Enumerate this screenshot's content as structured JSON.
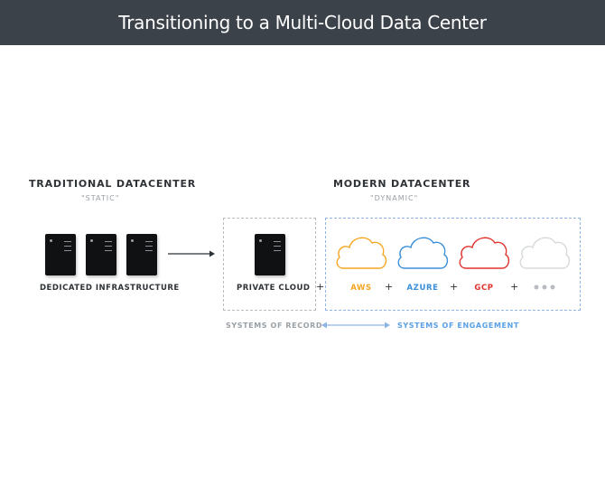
{
  "header": {
    "title": "Transitioning to a Multi-Cloud Data Center"
  },
  "traditional": {
    "heading": "TRADITIONAL DATACENTER",
    "subtitle": "\"STATIC\"",
    "label": "DEDICATED INFRASTRUCTURE"
  },
  "modern": {
    "heading": "MODERN DATACENTER",
    "subtitle": "\"DYNAMIC\""
  },
  "private_cloud": {
    "label": "PRIVATE CLOUD"
  },
  "providers": [
    {
      "label": "AWS",
      "color": "#f5a623"
    },
    {
      "label": "AZURE",
      "color": "#3a8fd9"
    },
    {
      "label": "GCP",
      "color": "#e0322d"
    },
    {
      "label": "",
      "color": "#b8bcc0"
    }
  ],
  "plus": "+",
  "systems": {
    "record": "SYSTEMS OF RECORD",
    "engagement": "SYSTEMS OF ENGAGEMENT"
  },
  "colors": {
    "record": "#9aa0a6",
    "engagement": "#5aa0e6",
    "arrow": "#8fb4e6"
  }
}
